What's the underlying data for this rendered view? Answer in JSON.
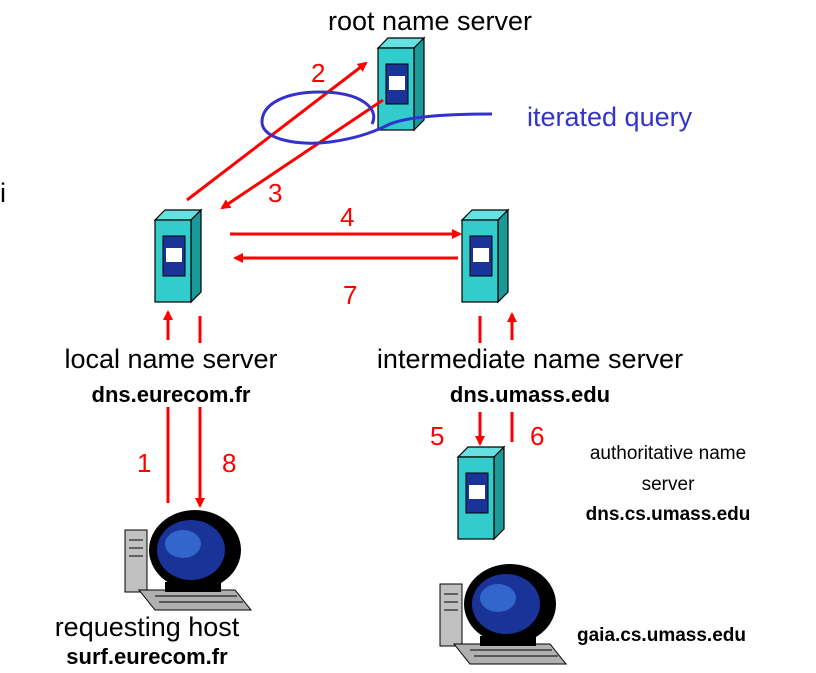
{
  "root": {
    "label": "root name server"
  },
  "local": {
    "label": "local name server",
    "host": "dns.eurecom.fr"
  },
  "intermediate": {
    "label": "intermediate name server",
    "host": "dns.umass.edu"
  },
  "authoritative": {
    "label_line1": "authoritative name",
    "label_line2": "server",
    "host": "dns.cs.umass.edu"
  },
  "requesting": {
    "label": "requesting host",
    "host": "surf.eurecom.fr"
  },
  "target_host": {
    "host": "gaia.cs.umass.edu"
  },
  "annotation": {
    "text": "iterated query",
    "color": "#3333cc"
  },
  "stray_char": "i",
  "steps": [
    "1",
    "2",
    "3",
    "4",
    "5",
    "6",
    "7",
    "8"
  ],
  "colors": {
    "arrow": "#ff0000",
    "server": "#33cccc",
    "server_face": "#1a3399",
    "annotation": "#3333cc"
  }
}
